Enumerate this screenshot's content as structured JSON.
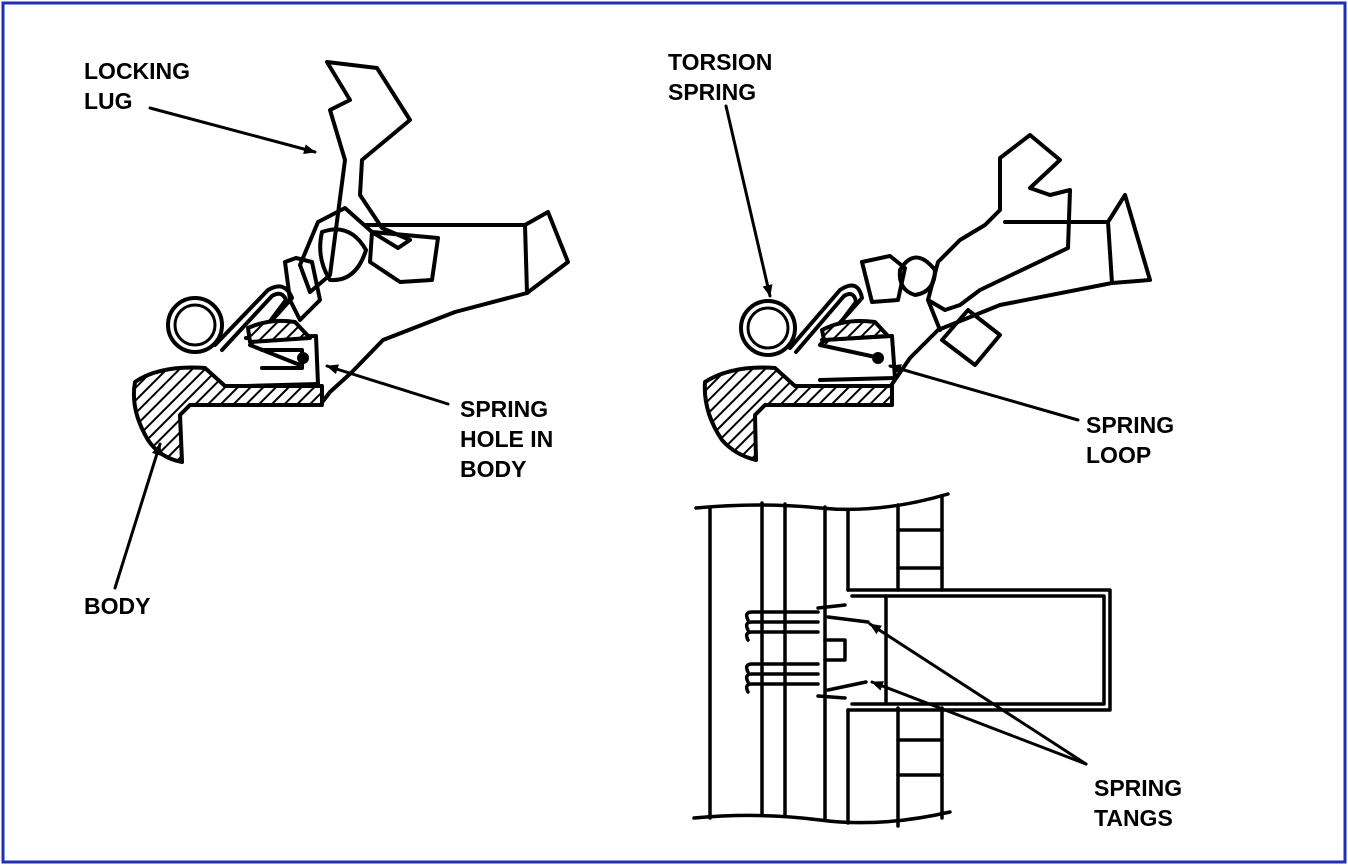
{
  "colors": {
    "border": "#1f2fb8",
    "ink": "#000000",
    "paper": "#ffffff"
  },
  "labels": {
    "locking_lug": [
      "LOCKING",
      "LUG"
    ],
    "body": "BODY",
    "spring_hole": [
      "SPRING",
      "HOLE IN",
      "BODY"
    ],
    "torsion_spring": [
      "TORSION",
      "SPRING"
    ],
    "spring_loop": [
      "SPRING",
      "LOOP"
    ],
    "spring_tangs": [
      "SPRING",
      "TANGS"
    ]
  }
}
